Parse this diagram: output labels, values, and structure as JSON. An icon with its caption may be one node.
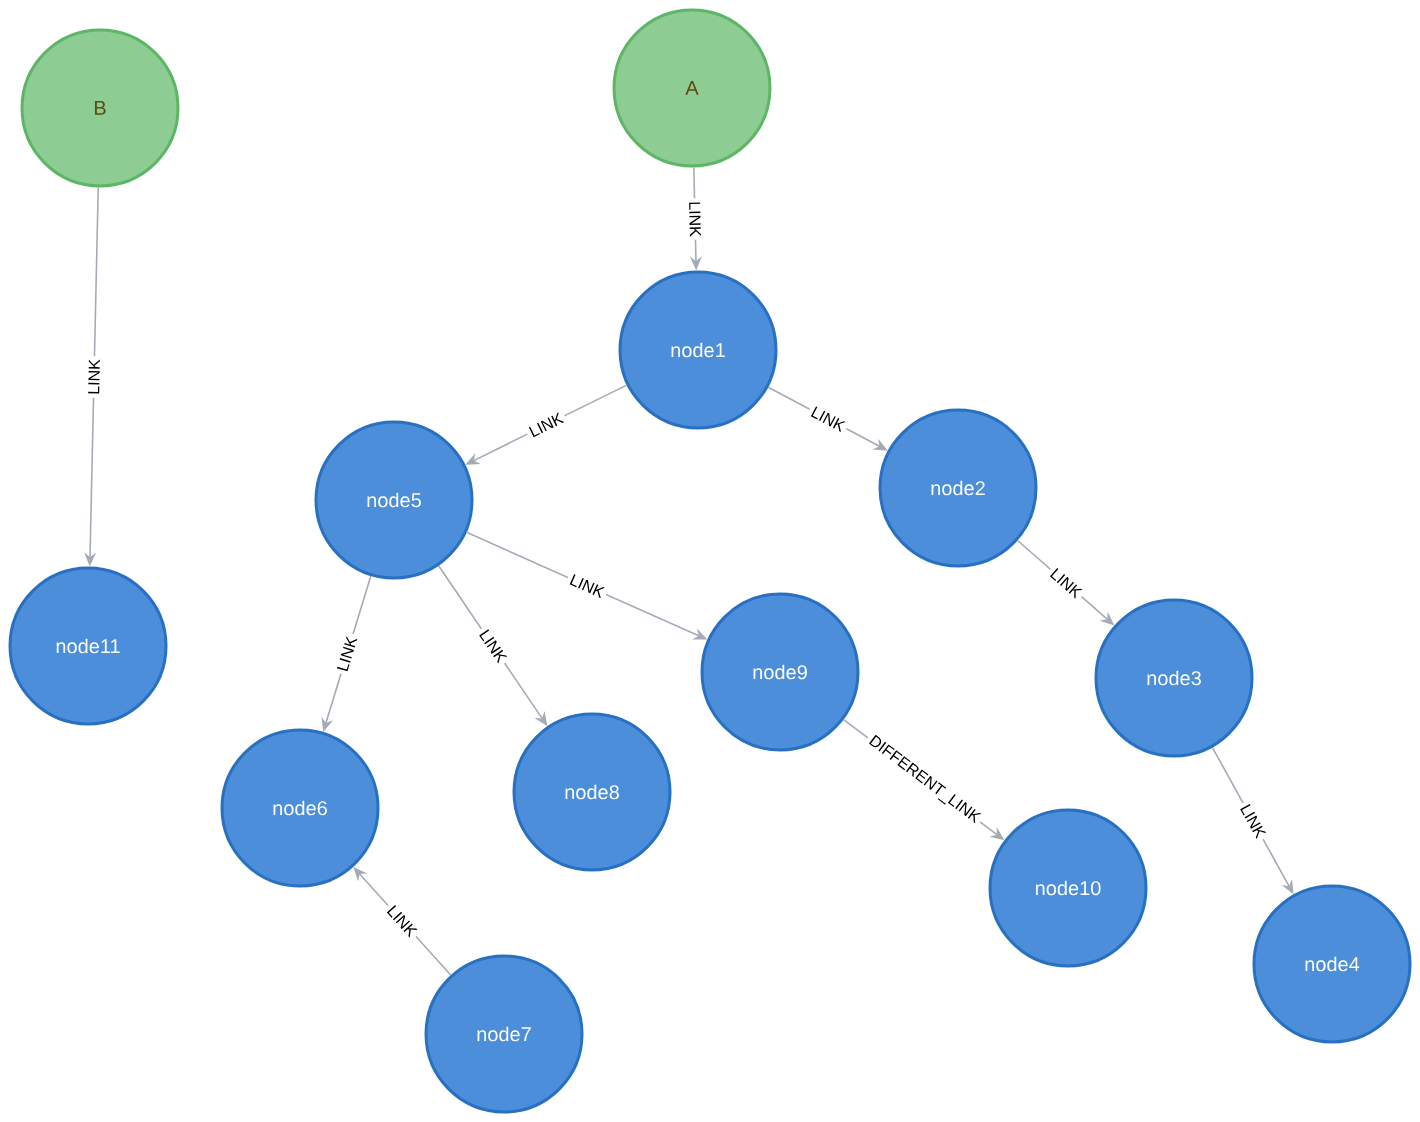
{
  "diagram": {
    "nodes": [
      {
        "text": [
          "A"
        ]
      },
      {
        "text": [
          "B"
        ]
      },
      {
        "text": [
          "node1"
        ]
      },
      {
        "text": [
          "node2"
        ]
      },
      {
        "text": [
          "node5"
        ]
      },
      {
        "text": [
          "node11"
        ]
      },
      {
        "text": [
          "node9"
        ]
      },
      {
        "text": [
          "node3"
        ]
      },
      {
        "text": [
          "node6"
        ]
      },
      {
        "text": [
          "node8"
        ]
      },
      {
        "text": [
          "node10"
        ]
      },
      {
        "text": [
          "node4"
        ]
      },
      {
        "text": [
          "node7"
        ]
      }
    ],
    "edges": [
      {
        "from": 0,
        "to": 2,
        "arrow": "to",
        "label": "LINK"
      },
      {
        "from": 1,
        "to": 5,
        "arrow": "to",
        "label": "LINK"
      },
      {
        "from": 2,
        "to": 4,
        "arrow": "to",
        "label": "LINK"
      },
      {
        "from": 2,
        "to": 3,
        "arrow": "to",
        "label": "LINK"
      },
      {
        "from": 3,
        "to": 7,
        "arrow": "to",
        "label": "LINK"
      },
      {
        "from": 7,
        "to": 11,
        "arrow": "to",
        "label": "LINK"
      },
      {
        "from": 4,
        "to": 8,
        "arrow": "to",
        "label": "LINK"
      },
      {
        "from": 4,
        "to": 9,
        "arrow": "to",
        "label": "LINK"
      },
      {
        "from": 4,
        "to": 6,
        "arrow": "to",
        "label": "LINK"
      },
      {
        "from": 6,
        "to": 10,
        "arrow": "to",
        "label": "DIFFERENT_LINK"
      },
      {
        "from": 12,
        "to": 8,
        "arrow": "to",
        "label": "LINK"
      }
    ]
  }
}
